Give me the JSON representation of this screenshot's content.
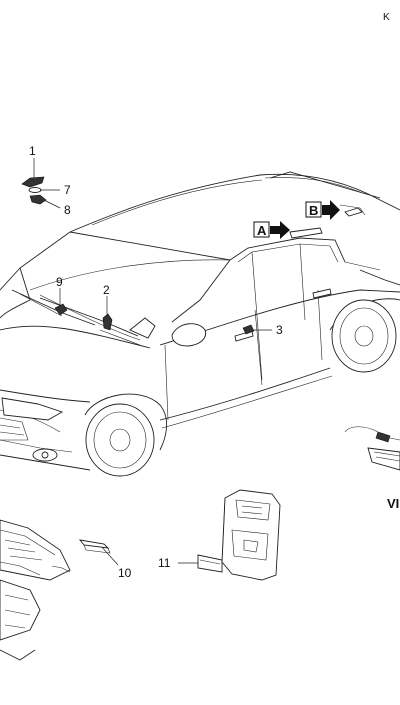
{
  "corner_code": "K",
  "view_partial": "VII",
  "callouts": [
    "1",
    "2",
    "3",
    "7",
    "8",
    "9",
    "10",
    "11"
  ],
  "views": {
    "a": "A",
    "b": "B"
  },
  "colors": {
    "line": "#222222",
    "part": "#333333",
    "background": "#ffffff"
  }
}
